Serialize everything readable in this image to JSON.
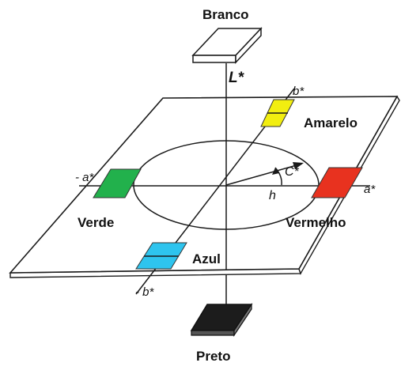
{
  "labels": {
    "top": "Branco",
    "bottom": "Preto",
    "lightness_axis": "L*",
    "b_positive": "b*",
    "b_negative": "- b*",
    "a_positive": "a*",
    "a_negative": "- a*",
    "chroma": "C*",
    "hue": "h",
    "yellow": "Amarelo",
    "green": "Verde",
    "red": "Vermelho",
    "blue": "Azul"
  },
  "colors": {
    "yellow": "#f2ee10",
    "green": "#22b14c",
    "red": "#e8321f",
    "blue": "#2ec4ee",
    "black": "#1c1c1c",
    "white": "#ffffff"
  }
}
